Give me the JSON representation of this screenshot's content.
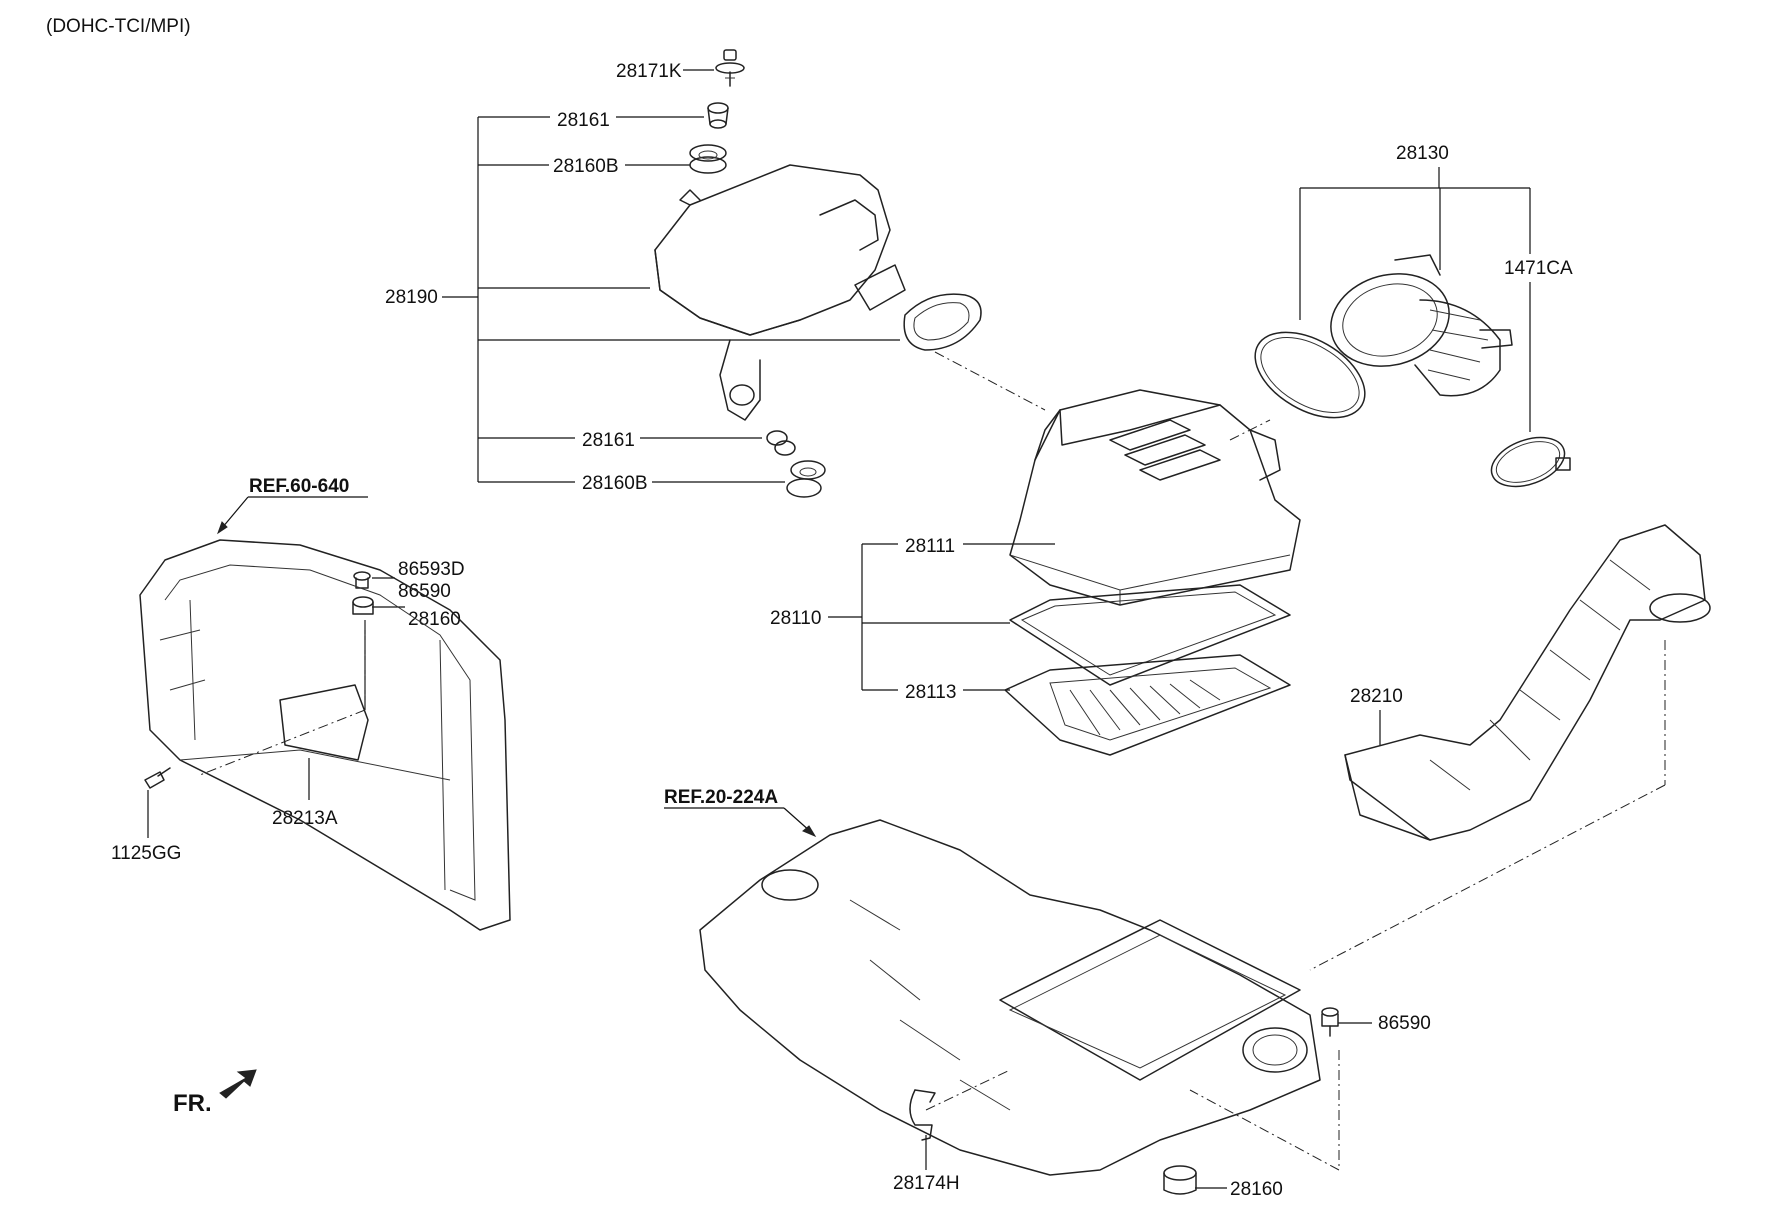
{
  "header": {
    "engine_variant": "(DOHC-TCI/MPI)"
  },
  "references": {
    "ref_front_end": "REF.60-640",
    "ref_engine": "REF.20-224A"
  },
  "orientation": {
    "front_label": "FR."
  },
  "labels": {
    "p28171K": "28171K",
    "p28161_top": "28161",
    "p28160B_top": "28160B",
    "p28190": "28190",
    "p28161_bottom": "28161",
    "p28160B_bottom": "28160B",
    "p28130": "28130",
    "p1471CA": "1471CA",
    "p28111": "28111",
    "p28110": "28110",
    "p28113": "28113",
    "p28210": "28210",
    "p86593D": "86593D",
    "p86590_left": "86590",
    "p28160_left": "28160",
    "p28213A": "28213A",
    "p1125GG": "1125GG",
    "p86590_right": "86590",
    "p28174H": "28174H",
    "p28160_bottom": "28160"
  }
}
